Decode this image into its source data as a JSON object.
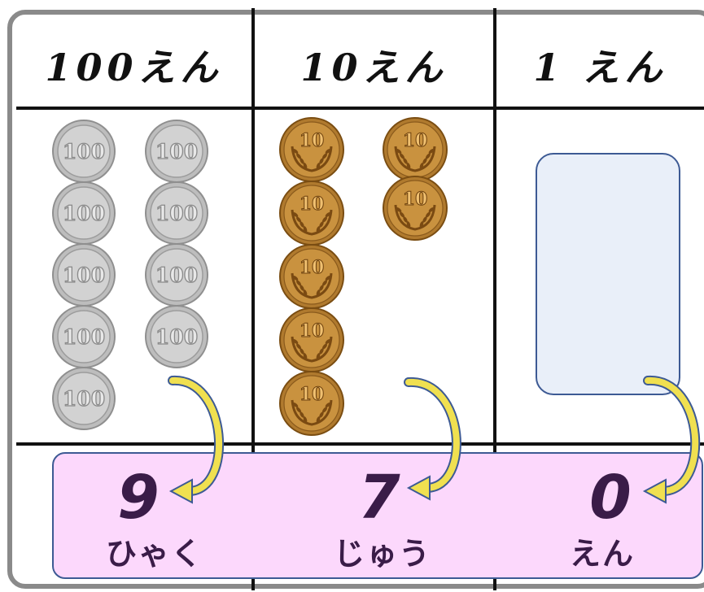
{
  "columns": [
    {
      "header": "100えん",
      "coin_label": "100",
      "coin_count": 9,
      "digit": "9",
      "place_word": "ひゃく"
    },
    {
      "header": "10えん",
      "coin_label": "10",
      "coin_count": 7,
      "digit": "7",
      "place_word": "じゅう"
    },
    {
      "header": "1 えん",
      "coin_label": "",
      "coin_count": 0,
      "digit": "0",
      "place_word": "えん"
    }
  ],
  "colors": {
    "silver_coin": "#d2d2d2",
    "bronze_coin": "#c9923f",
    "answer_band": "#fcd8fc",
    "empty_box": "#e9eff9",
    "arrow": "#f0e050",
    "outline": "#3d5a94"
  },
  "icons": {
    "coin_100": "100-yen-coin-icon",
    "coin_10": "10-yen-coin-icon",
    "arrow": "curved-arrow-icon"
  }
}
